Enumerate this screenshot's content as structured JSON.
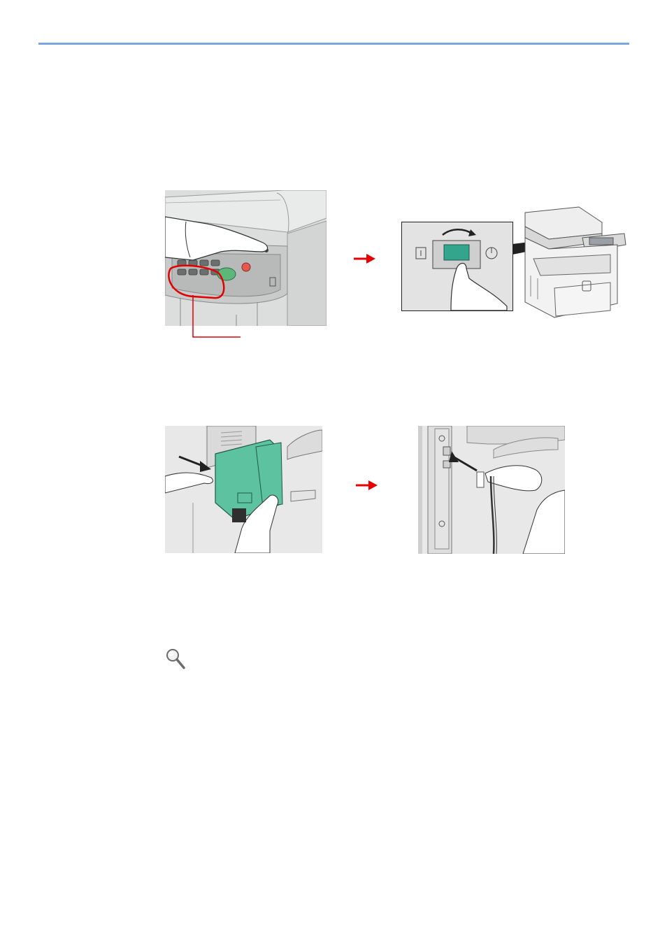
{
  "document": {
    "header_rule_color": "#7aa7e0"
  },
  "figures": {
    "step1": {
      "left_panel": {
        "description_icon": "operation-panel-power-key-illustration",
        "callout_color": "#e00000"
      },
      "right_panel": {
        "description_icon": "main-power-switch-illustration",
        "switch_color": "#33a58c"
      },
      "arrow_color": "#e60000"
    },
    "step2": {
      "left_panel": {
        "description_icon": "interface-cover-removal-illustration",
        "cover_color": "#5cc2a0"
      },
      "right_panel": {
        "description_icon": "network-cable-connection-illustration"
      },
      "arrow_color": "#e60000"
    }
  },
  "note": {
    "icon": "magnifier-icon"
  }
}
